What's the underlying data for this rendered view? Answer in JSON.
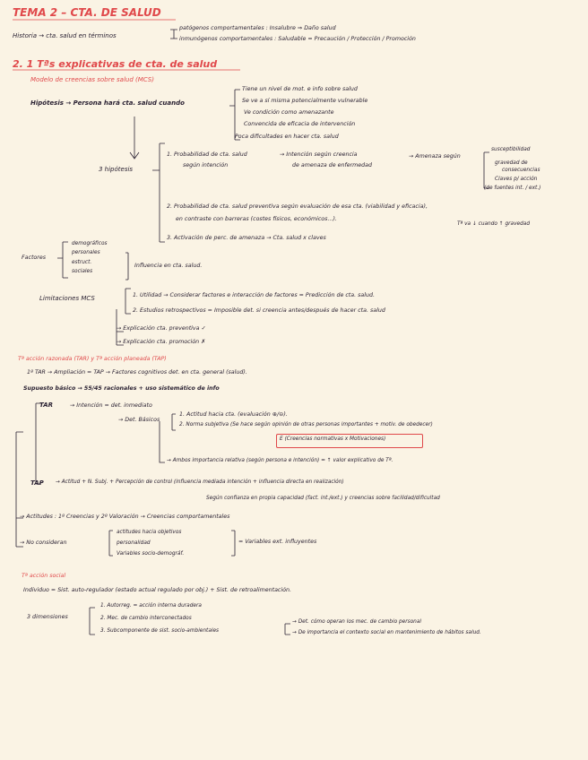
{
  "title": "TEMA 2 – CTA. DE SALUD",
  "intro": {
    "lead": "Historia → cta. salud en términos",
    "patogenos": "patógenos comportamentales : Insalubre ⇒ Daño salud",
    "inmunogenos": "inmunógenos comportamentales : Saludable = Precaución / Protección / Promoción"
  },
  "section2": "2. 1 Tªs explicativas de cta. de salud",
  "mcs": {
    "title": "Modelo de creencias sobre salud (MCS)",
    "hipotesis": "Hipótesis → Persona hará cta. salud cuando",
    "conditions": [
      "Tiene un nivel de mot. e info sobre salud",
      "Se ve a sí misma potencialmente vulnerable",
      "Ve condición como amenazante",
      "Convencida de eficacia de intervención",
      "Poca dificultades en hacer cta. salud"
    ],
    "tres_hipotesis": "3 hipótesis",
    "h1_label": "1. Probabilidad de cta. salud",
    "h1_label2": "según intención",
    "h1_mid": "→ Intención según creencia",
    "h1_mid2": "de amenaza de enfermedad",
    "h1_amenaza": "→ Amenaza según",
    "h1_right": [
      "susceptibilidad",
      "gravedad de",
      "consecuencias",
      "Claves p/ acción",
      "(de fuentes int. / ext.)"
    ],
    "h2": "2. Probabilidad de cta. salud preventiva según evaluación de esa cta. (viabilidad y eficacia),",
    "h2b": "en contraste con barreras (costes físicos, económicos...).",
    "h2_right": "Tª va ↓ cuando ↑ gravedad",
    "h3": "3. Activación de perc. de amenaza → Cta. salud x claves",
    "factores": "Factores",
    "factores_list": [
      "demográficos",
      "personales",
      "estruct.",
      "sociales"
    ],
    "factores_right": "Influencia en cta. salud.",
    "limitaciones": "Limitaciones MCS",
    "lim1": "1. Utilidad → Considerar factores e interacción de factores = Predicción de cta. salud.",
    "lim2": "2. Estudios retrospectivos = Imposible det. si creencia antes/después de hacer cta. salud",
    "expl1": "→ Explicación cta. preventiva ✓",
    "expl2": "→ Explicación cta. promoción ✗"
  },
  "tar": {
    "title": "Tª acción razonada (TAR) y Tª acción planeada (TAP)",
    "l1": "1º TAR → Ampliación = TAP → Factores cognitivos det. en cta. general (salud).",
    "l2": "Supuesto básico → 55/45 racionales + uso sistemático de info",
    "tar_label": "TAR",
    "intencion": "→ Intención = det. inmediato",
    "det_basicos": "→ Det. Básicos",
    "actitud": "1. Actitud hacia cta. (evaluación ⊕/⊖).",
    "norma": "2. Norma subjetiva (Se hace según opinión de otras personas importantes + motiv. de obedecer)",
    "formula": "E (Creencias normativas x Motivaciones)",
    "ambos": "→ Ambos importancia relativa (según persona e intención) = ↑ valor explicativo de Tª.",
    "tap_label": "TAP",
    "tap_line": "→ Actitud + N. Subj. + Percepción de control (influencia mediada intención + influencia directa en realización)",
    "segun": "Según confianza en propia capacidad (fact. int./ext.) y creencias sobre facilidad/dificultad",
    "actitudes": "→ Actitudes : 1º Creencias y 2º Valoración → Creencias comportamentales",
    "no_consideran": "→ No consideran",
    "nc_list": [
      "actitudes hacia objetivos",
      "personalidad",
      "Variables socio-demográf."
    ],
    "nc_right": "= Variables ext. influyentes"
  },
  "social": {
    "title": "Tª acción social",
    "l1": "Individuo = Sist. auto-regulador (estado actual regulado por obj.) + Sist. de retroalimentación.",
    "dimensiones": "3 dimensiones",
    "d1": "1. Autorreg. = acción interna duradera",
    "d2": "2. Mec. de cambio interconectados",
    "d3": "3. Subcomponente de sist. socio-ambientales",
    "d3a": "→ Det. cómo operan los mec. de cambio personal",
    "d3b": "→ De importancia el contexto social en mantenimiento de hábitos salud."
  }
}
